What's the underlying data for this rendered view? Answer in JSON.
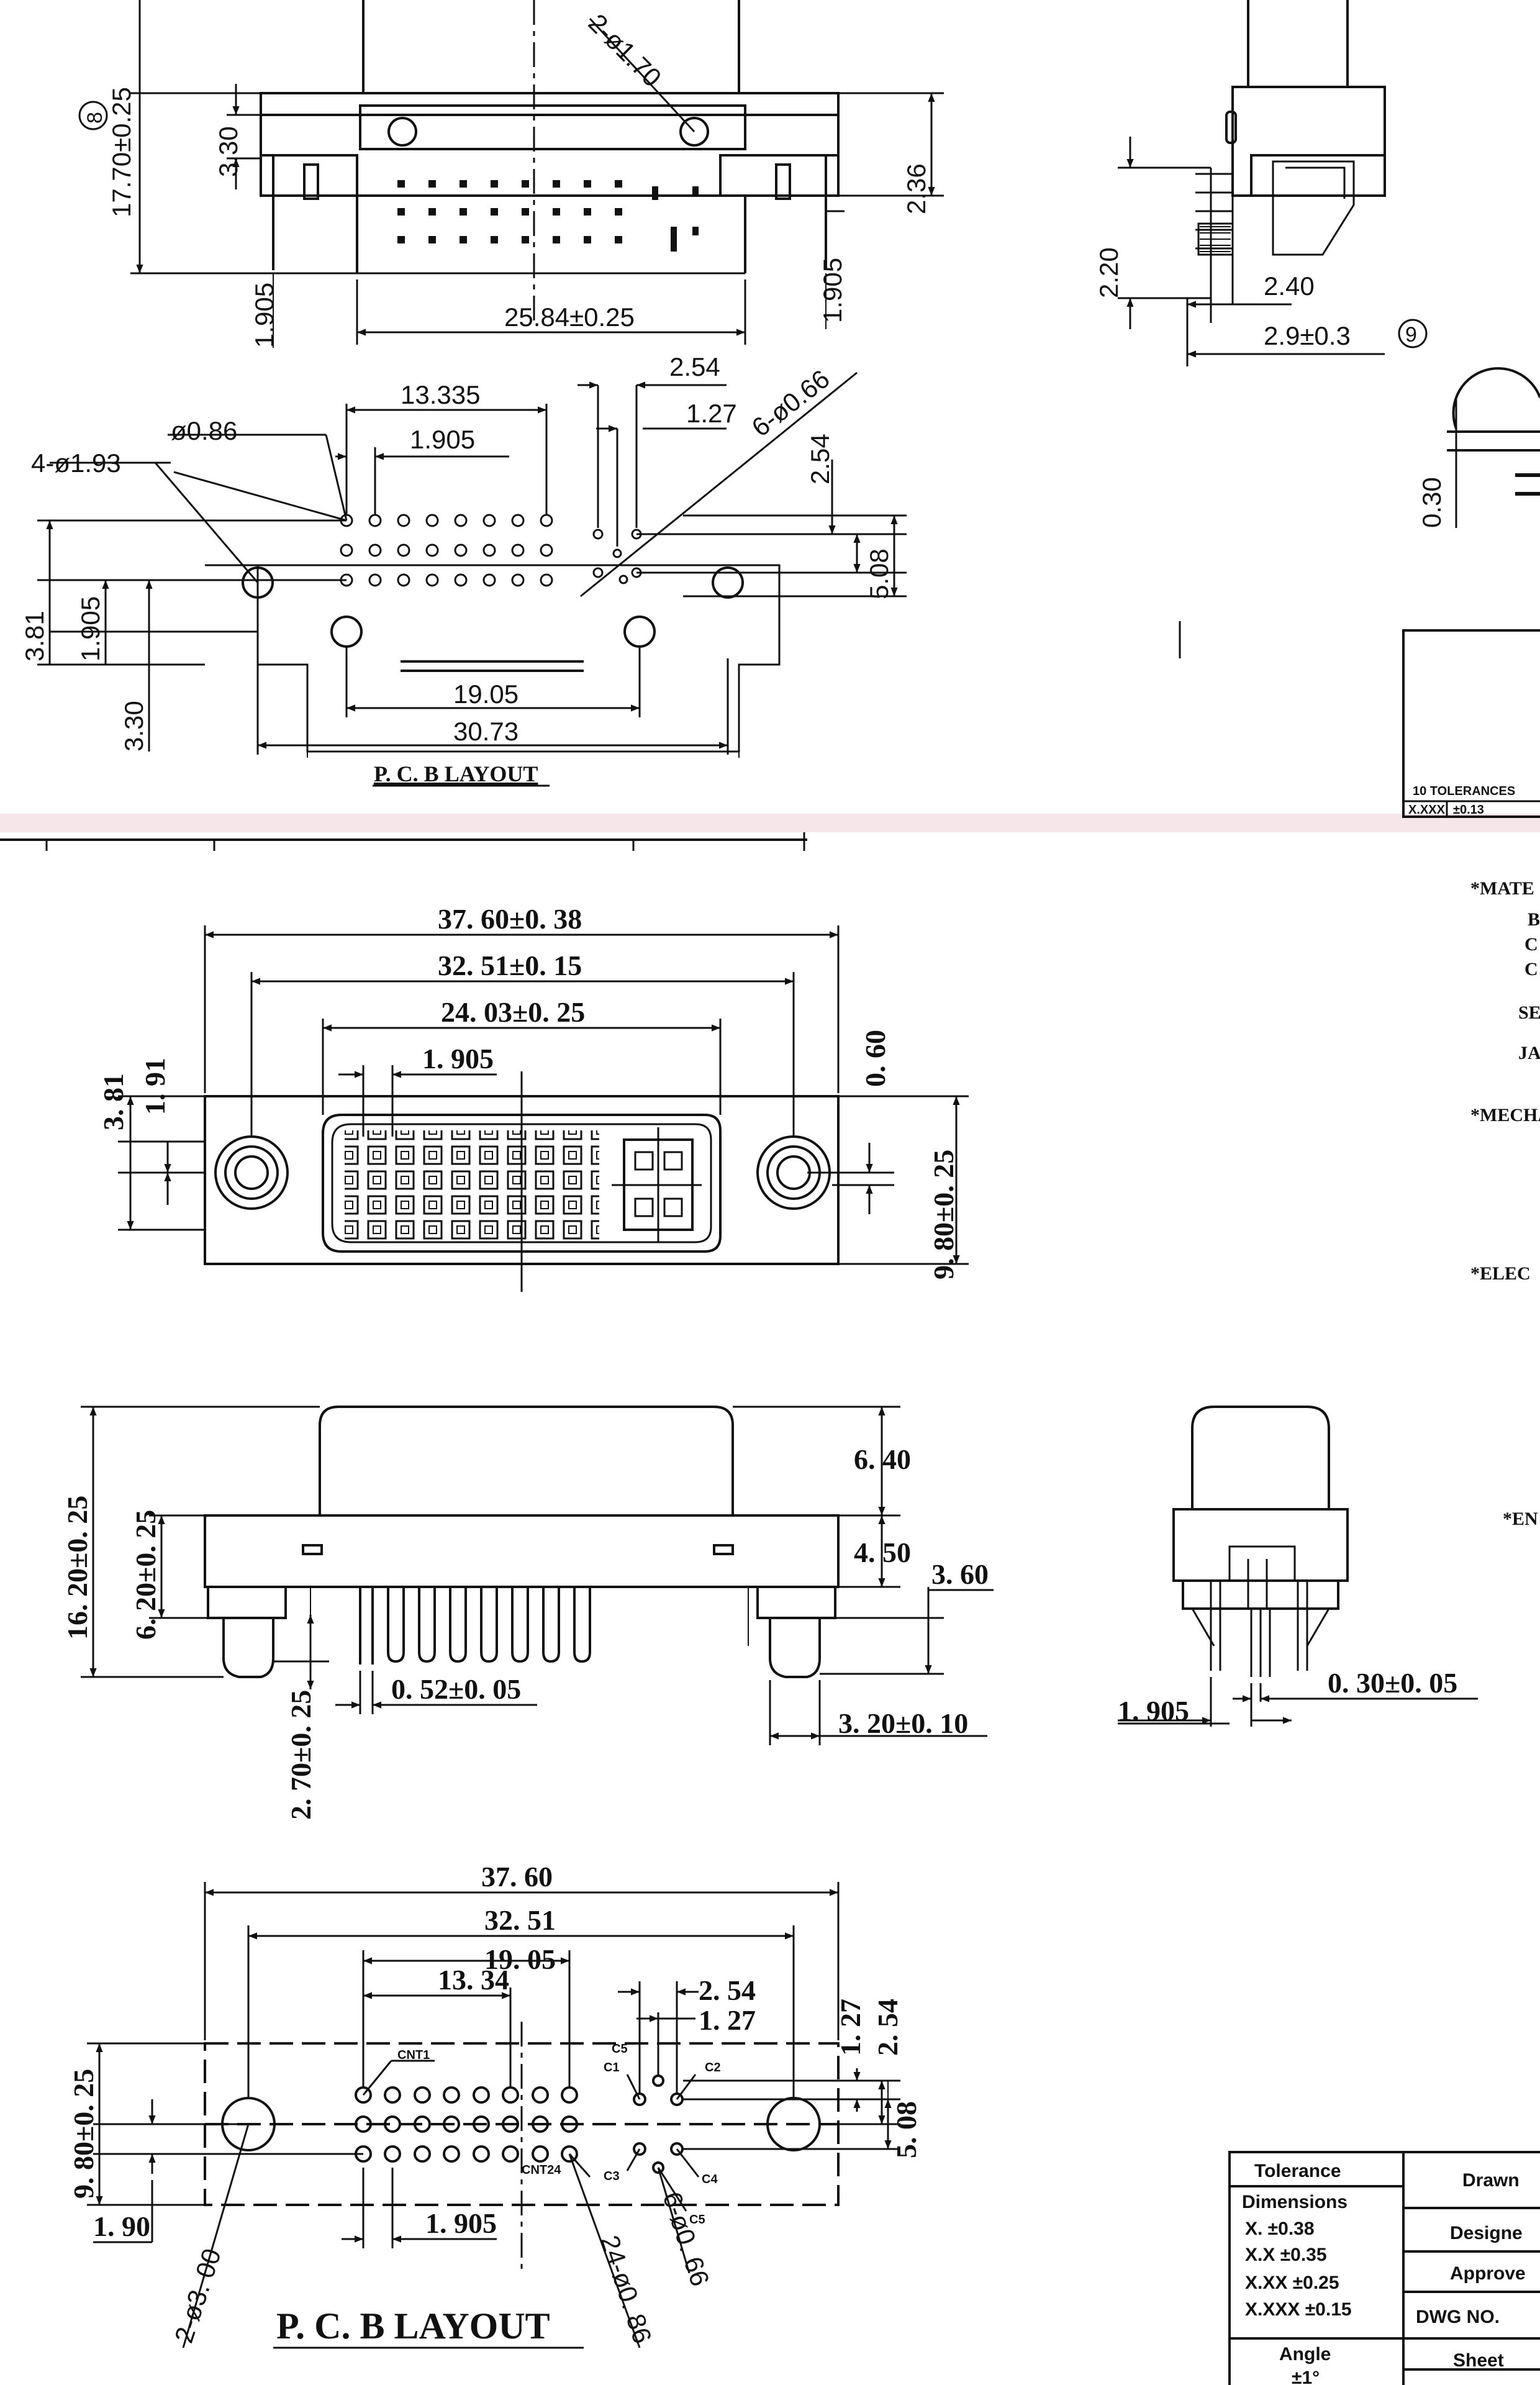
{
  "top_view": {
    "d_2_phi170": "2-ø1.70",
    "d_17_70": "17.70±0.25",
    "d_3_30": "3.30",
    "d_2_36": "2.36",
    "d_1_905_left": "1.905",
    "d_1_905_right": "1.905",
    "d_25_84": "25.84±0.25",
    "mark_8": "8"
  },
  "side_view_top": {
    "d_2_20": "2.20",
    "d_2_40": "2.40",
    "d_2_9": "2.9±0.3",
    "mark_9": "9",
    "d_0_30": "0.30"
  },
  "pcb_layout_top": {
    "d_2_54": "2.54",
    "d_1_27": "1.27",
    "d_6_phi066": "6-ø0.66",
    "d_13_335": "13.335",
    "d_phi086": "ø0.86",
    "d_1_905": "1.905",
    "d_4_phi193": "4-ø1.93",
    "d_2_54_v": "2.54",
    "d_5_08": "5.08",
    "d_3_81": "3.81",
    "d_1_905_v": "1.905",
    "d_3_30": "3.30",
    "d_19_05": "19.05",
    "d_30_73": "30.73",
    "caption": "P. C. B    LAYOUT"
  },
  "front_view": {
    "d_37_60": "37. 60±0. 38",
    "d_32_51": "32. 51±0. 15",
    "d_24_03": "24. 03±0. 25",
    "d_1_905": "1. 905",
    "d_3_81": "3. 81",
    "d_1_91": "1. 91",
    "d_0_60": "0. 60",
    "d_9_80": "9. 80±0. 25"
  },
  "bottom_view": {
    "d_6_40": "6. 40",
    "d_4_50": "4. 50",
    "d_3_60": "3. 60",
    "d_16_20": "16. 20±0. 25",
    "d_6_20": "6. 20±0. 25",
    "d_0_52": "0. 52±0. 05",
    "d_3_20": "3. 20±0. 10",
    "d_2_70": "2. 70±0. 25"
  },
  "side_view_bottom": {
    "d_1_905": "1. 905",
    "d_0_30": "0. 30±0. 05"
  },
  "pcb_layout_bottom": {
    "d_37_60": "37. 60",
    "d_32_51": "32. 51",
    "d_19_05": "19. 05",
    "d_13_34": "13. 34",
    "d_2_54": "2. 54",
    "d_1_27": "1. 27",
    "d_1_27_v": "1. 27",
    "d_2_54_v": "2. 54",
    "d_5_08": "5. 08",
    "d_9_80": "9. 80±0. 25",
    "d_1_90": "1. 90",
    "d_1_905": "1. 905",
    "d_2_phi300": "2-ø3. 00",
    "d_24_phi086": "24-ø0. 86",
    "d_6_phi066": "6-ø0. 66",
    "pin_cnt1": "CNT1",
    "pin_cnt24": "CNT24",
    "pin_c1": "C1",
    "pin_c2": "C2",
    "pin_c3": "C3",
    "pin_c4": "C4",
    "pin_c5": "C5",
    "pin_c5b": "C5",
    "caption": "P. C. B    LAYOUT"
  },
  "side_notes": {
    "mate": "*MATE",
    "b": "B",
    "c1": "C",
    "c2": "C",
    "se": "SE",
    "ja": "JA",
    "mech": "*MECHA",
    "elec": "*ELEC",
    "en": "*EN"
  },
  "small_table": {
    "r1": "10 TOLERANCES",
    "c1": "X.XXX",
    "c2": "±0.13"
  },
  "title_block": {
    "tolerance": "Tolerance",
    "dimensions": "Dimensions",
    "t_x": "X.     ±0.38",
    "t_xx": "X.X  ±0.35",
    "t_xxx": "X.XX  ±0.25",
    "t_xxxx": "X.XXX ±0.15",
    "angle": "Angle",
    "angle_val": "±1°",
    "drawn": "Drawn",
    "designed": "Designe",
    "approved": "Approve",
    "dwg_no": "DWG NO.",
    "sheet": "Sheet"
  }
}
